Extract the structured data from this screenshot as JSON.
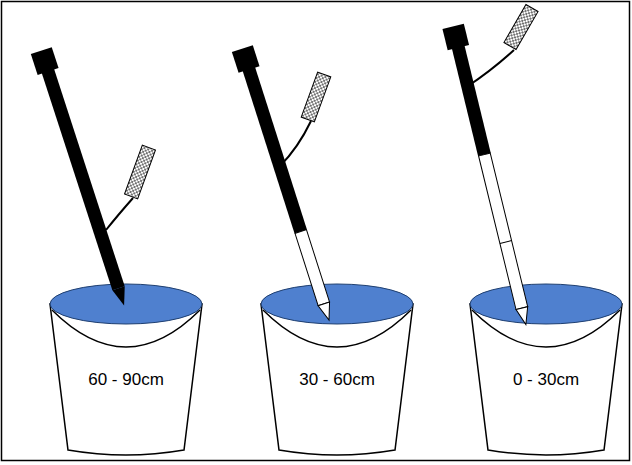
{
  "diagram": {
    "nodes": [
      {
        "text": [
          "60 - 90cm"
        ]
      },
      {
        "text": [
          "30 - 60cm"
        ]
      },
      {
        "text": [
          "0 - 30cm"
        ]
      }
    ]
  }
}
